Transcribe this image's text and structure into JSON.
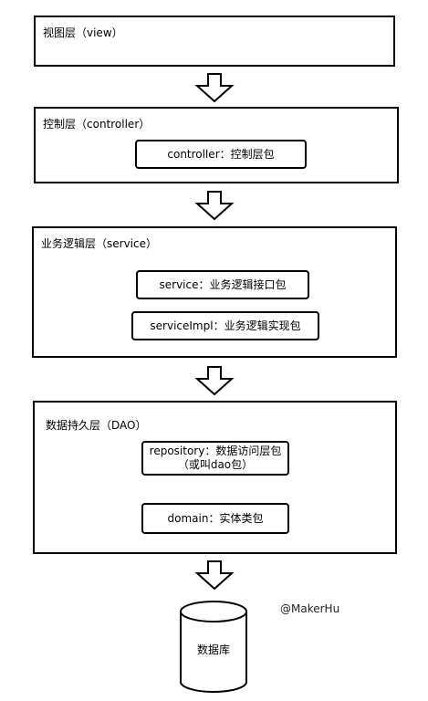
{
  "layers": {
    "view": {
      "title": "视图层（view）"
    },
    "controller": {
      "title": "控制层（controller）",
      "packages": [
        "controller：控制层包"
      ]
    },
    "service": {
      "title": "业务逻辑层（service）",
      "packages": [
        "service：业务逻辑接口包",
        "serviceImpl：业务逻辑实现包"
      ]
    },
    "dao": {
      "title": "数据持久层（DAO）",
      "packages": [
        "repository：数据访问层包（或叫dao包）",
        "domain：实体类包"
      ]
    }
  },
  "database": {
    "label": "数据库"
  },
  "watermark": "@MakerHu"
}
